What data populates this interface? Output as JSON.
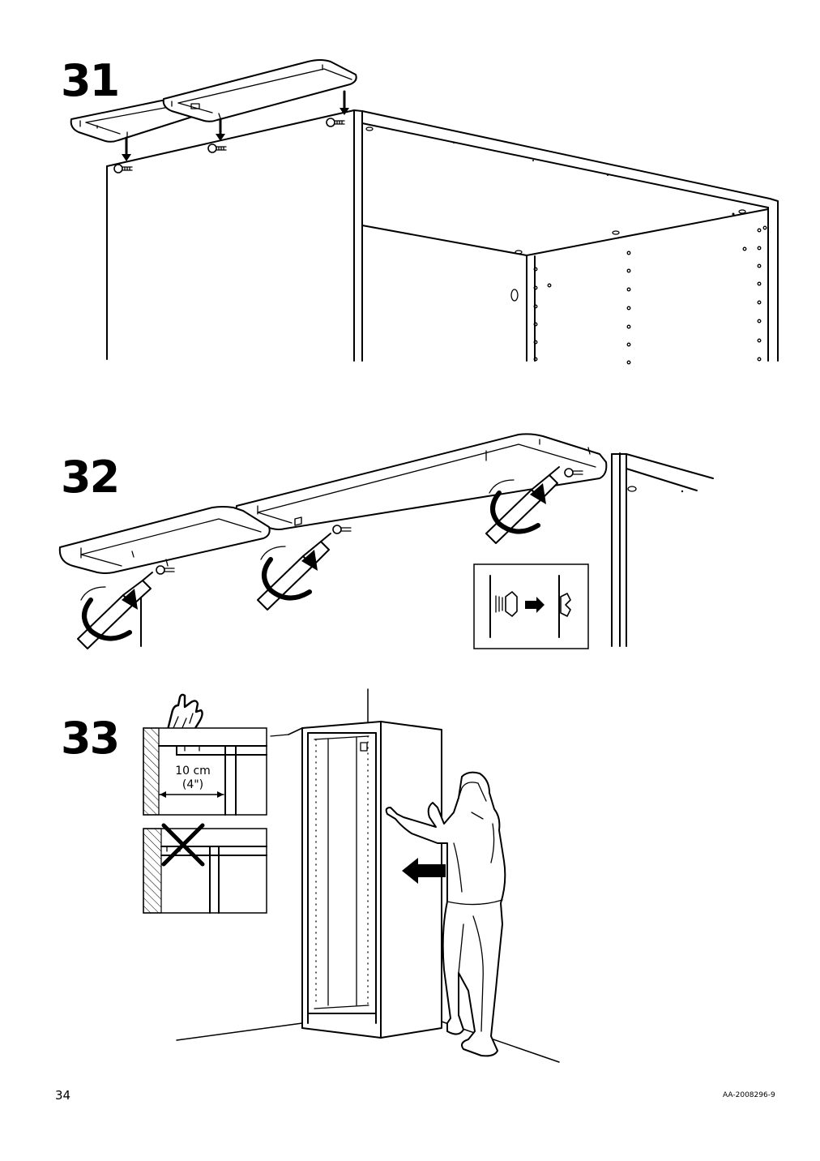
{
  "page": {
    "page_number": "34",
    "document_code": "AA-2008296-9"
  },
  "steps": [
    {
      "number": "31",
      "icon": "screw-top-panels-illustration"
    },
    {
      "number": "32",
      "icon": "screwdriver-tighten-illustration"
    },
    {
      "number": "33",
      "icon": "push-cabinet-to-wall-illustration"
    }
  ],
  "step33": {
    "distance_metric": "10 cm",
    "distance_imperial": "(4\")"
  }
}
